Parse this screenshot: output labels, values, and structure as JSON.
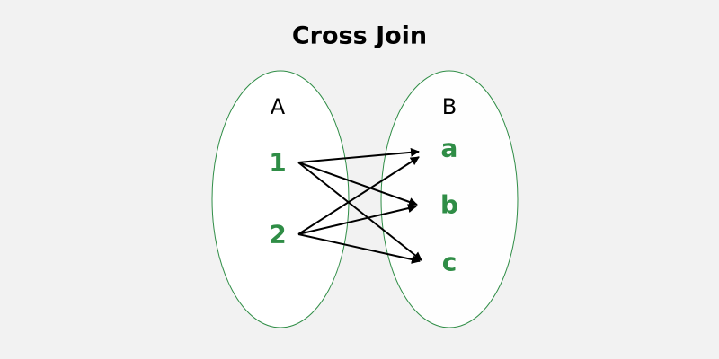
{
  "title": "Cross Join",
  "sets": [
    {
      "label": "A",
      "elements": [
        "1",
        "2"
      ]
    },
    {
      "label": "B",
      "elements": [
        "a",
        "b",
        "c"
      ]
    }
  ],
  "mappings": [
    {
      "from": "1",
      "to": "a"
    },
    {
      "from": "1",
      "to": "b"
    },
    {
      "from": "1",
      "to": "c"
    },
    {
      "from": "2",
      "to": "a"
    },
    {
      "from": "2",
      "to": "b"
    },
    {
      "from": "2",
      "to": "c"
    }
  ],
  "colors": {
    "element": "#2f8d46",
    "ellipse_stroke": "#2f8d46",
    "label": "#000000",
    "arrow": "#000000"
  }
}
